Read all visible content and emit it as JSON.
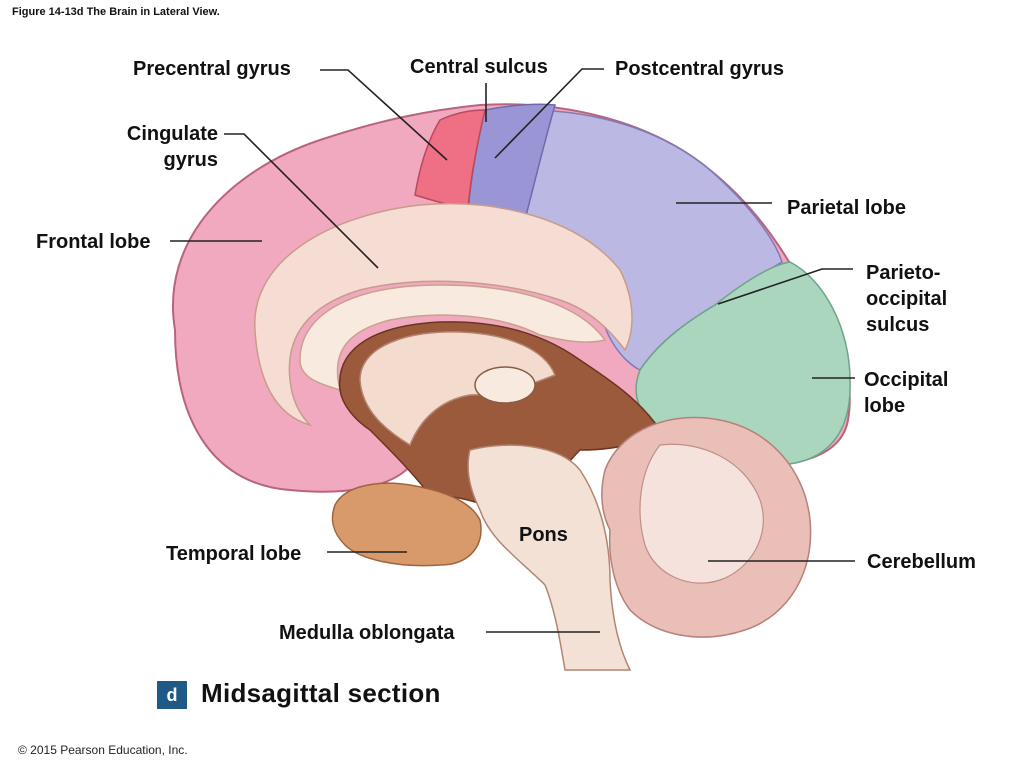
{
  "figure_title": "Figure 14-13d The Brain in Lateral View.",
  "labels": {
    "precentral_gyrus": "Precentral gyrus",
    "central_sulcus": "Central sulcus",
    "postcentral_gyrus": "Postcentral gyrus",
    "cingulate_gyrus_line1": "Cingulate",
    "cingulate_gyrus_line2": "gyrus",
    "frontal_lobe": "Frontal lobe",
    "parietal_lobe": "Parietal lobe",
    "parieto_occipital_line1": "Parieto-",
    "parieto_occipital_line2": "occipital",
    "parieto_occipital_line3": "sulcus",
    "occipital_line1": "Occipital",
    "occipital_line2": "lobe",
    "pons": "Pons",
    "temporal_lobe": "Temporal lobe",
    "cerebellum": "Cerebellum",
    "medulla_oblongata": "Medulla oblongata"
  },
  "panel": {
    "letter": "d",
    "title": "Midsagittal section"
  },
  "copyright": "© 2015 Pearson Education, Inc.",
  "colors": {
    "frontal": "#f1a9bf",
    "precentral": "#ef6f85",
    "postcentral": "#9a96d6",
    "parietal": "#bcb8e4",
    "occipital": "#a9d6bd",
    "cingulate": "#f6ddd3",
    "temporal": "#d99a6b",
    "deep_tissue": "#9c5a3c",
    "white_matter": "#f8eadf",
    "cerebellum": "#e9bfb8",
    "stem": "#f4e1d6",
    "panel_accent": "#1f5a87"
  }
}
